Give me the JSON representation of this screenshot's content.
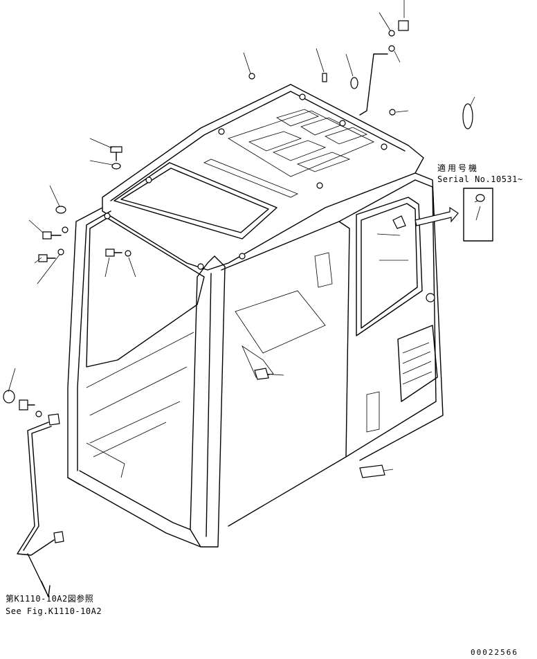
{
  "labels": {
    "serial_jp": "適用号機",
    "serial_en": "Serial No.10531~",
    "see_jp": "第K1110-10A2図参照",
    "see_en": "See Fig.K1110-10A2",
    "drawing_no": "00022566"
  }
}
